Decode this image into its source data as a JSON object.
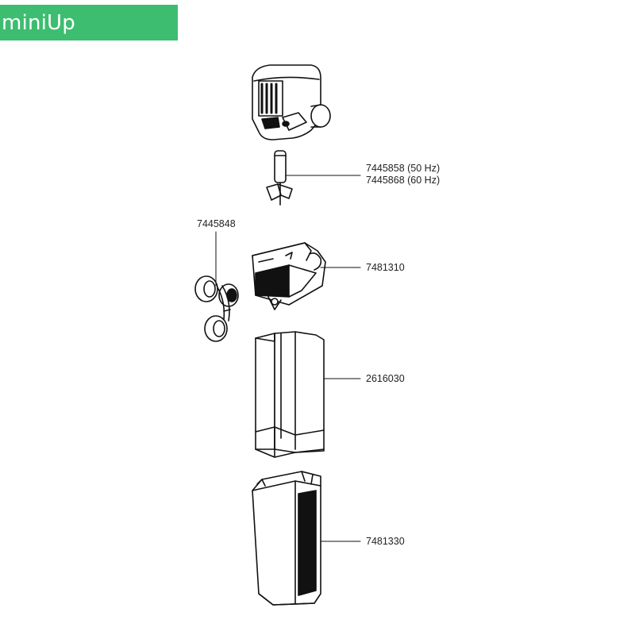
{
  "header": {
    "title": "miniUp",
    "color": "#3dbd70"
  },
  "parts": [
    {
      "id": "impeller",
      "label_lines": [
        "7445858  (50 Hz)",
        "7445868  (60 Hz)"
      ]
    },
    {
      "id": "suction-cups",
      "label_lines": [
        "7445848"
      ]
    },
    {
      "id": "motor-holder",
      "label_lines": [
        "7481310"
      ]
    },
    {
      "id": "filter-sponge",
      "label_lines": [
        "2616030"
      ]
    },
    {
      "id": "filter-case",
      "label_lines": [
        "7481330"
      ]
    }
  ]
}
